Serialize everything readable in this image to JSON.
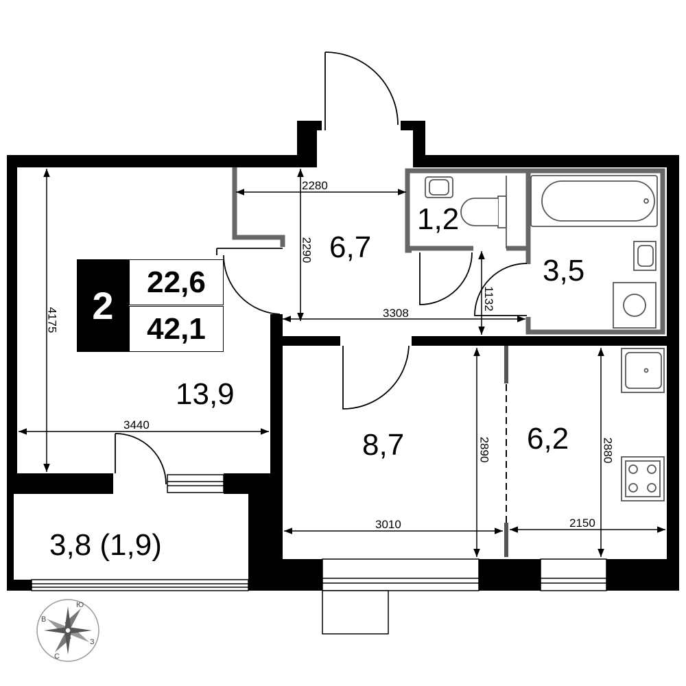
{
  "plan": {
    "rooms_count": "2",
    "living_area": "22,6",
    "total_area": "42,1"
  },
  "rooms": {
    "living": "13,9",
    "hall": "6,7",
    "wc": "1,2",
    "bathroom": "3,5",
    "bedroom": "8,7",
    "kitchen": "6,2",
    "balcony": "3,8 (1,9)"
  },
  "dimensions": {
    "hall_width": "2280",
    "hall_depth": "2290",
    "corridor_width": "3308",
    "bath_door": "1132",
    "living_height": "4175",
    "living_width": "3440",
    "bedroom_height": "2890",
    "bedroom_width": "3010",
    "kitchen_height": "2880",
    "kitchen_width": "2150"
  },
  "compass": {
    "north": "С",
    "south": "Ю",
    "east": "В",
    "west": "З"
  },
  "colors": {
    "wall": "#000000",
    "partition": "#666666",
    "fixture": "#555555"
  }
}
